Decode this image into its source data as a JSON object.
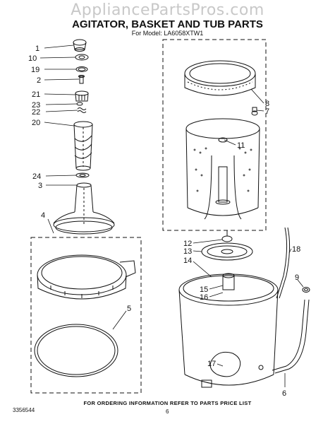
{
  "watermark": "AppliancePartsPros.com",
  "title": "AGITATOR, BASKET AND TUB PARTS",
  "subtitle": "For Model: LA6058XTW1",
  "footer": "FOR ORDERING INFORMATION REFER TO PARTS PRICE LIST",
  "doc_number": "3356544",
  "page_number": "6",
  "callouts": {
    "c1": "1",
    "c10": "10",
    "c19": "19",
    "c2": "2",
    "c21": "21",
    "c23": "23",
    "c22": "22",
    "c20": "20",
    "c24": "24",
    "c3": "3",
    "c4": "4",
    "c5": "5",
    "c8": "8",
    "c7": "7",
    "c11": "11",
    "c12": "12",
    "c13": "13",
    "c14": "14",
    "c15": "15",
    "c16": "16",
    "c17": "17",
    "c18": "18",
    "c9": "9",
    "c6": "6"
  }
}
